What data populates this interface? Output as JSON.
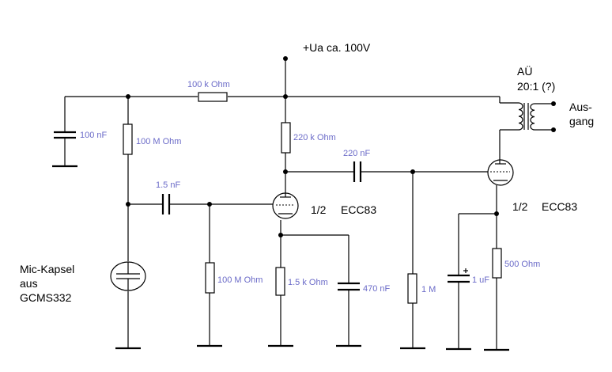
{
  "supply": {
    "label": "+Ua ca. 100V"
  },
  "components": {
    "c_100nF": "100 nF",
    "r_100k": "100 k Ohm",
    "r_100M_top": "100 M Ohm",
    "r_220k": "220 k Ohm",
    "c_220nF": "220 nF",
    "c_1_5nF": "1.5 nF",
    "r_100M_grid": "100 M Ohm",
    "r_1_5k": "1.5 k Ohm",
    "c_470nF": "470 nF",
    "r_1M": "1 M",
    "c_1uF": "1 uF",
    "r_500": "500  Ohm"
  },
  "transformer": {
    "line1": "AÜ",
    "line2": "20:1 (?)"
  },
  "output": {
    "line1": "Aus-",
    "line2": "gang"
  },
  "tube1": {
    "half": "1/2",
    "type": "ECC83"
  },
  "tube2": {
    "half": "1/2",
    "type": "ECC83"
  },
  "mic": {
    "line1": "Mic-Kapsel",
    "line2": "aus",
    "line3": "GCMS332"
  }
}
